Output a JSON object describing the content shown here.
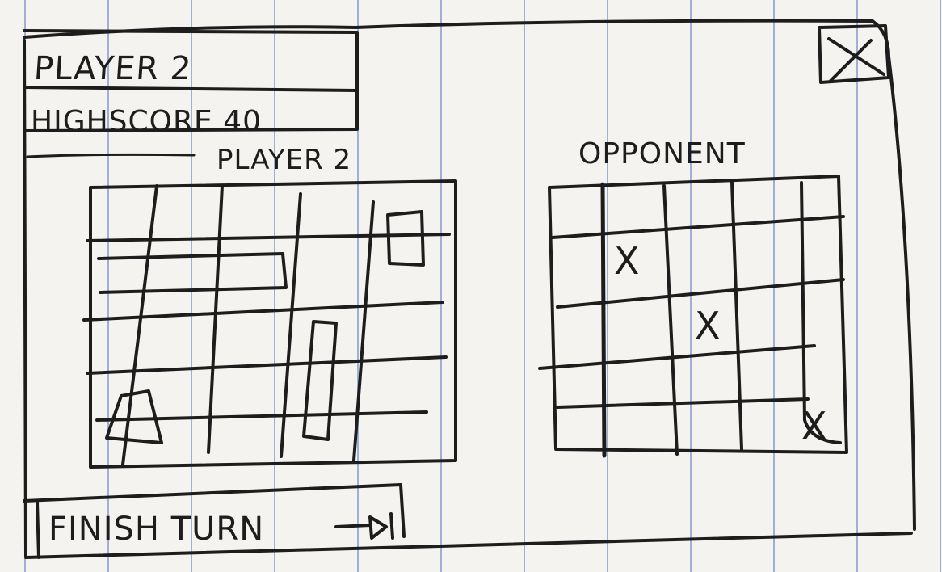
{
  "header": {
    "player_name": "PLAYER 2",
    "highscore": "HIGHSCORE 40"
  },
  "boards": {
    "player_title": "PLAYER 2",
    "opponent_title": "OPPONENT"
  },
  "opponent_hits": [
    "X",
    "X",
    "X"
  ],
  "actions": {
    "finish_turn": "FINISH TURN",
    "finish_turn_icon": "arrow-right-icon",
    "close_icon": "close-icon"
  }
}
